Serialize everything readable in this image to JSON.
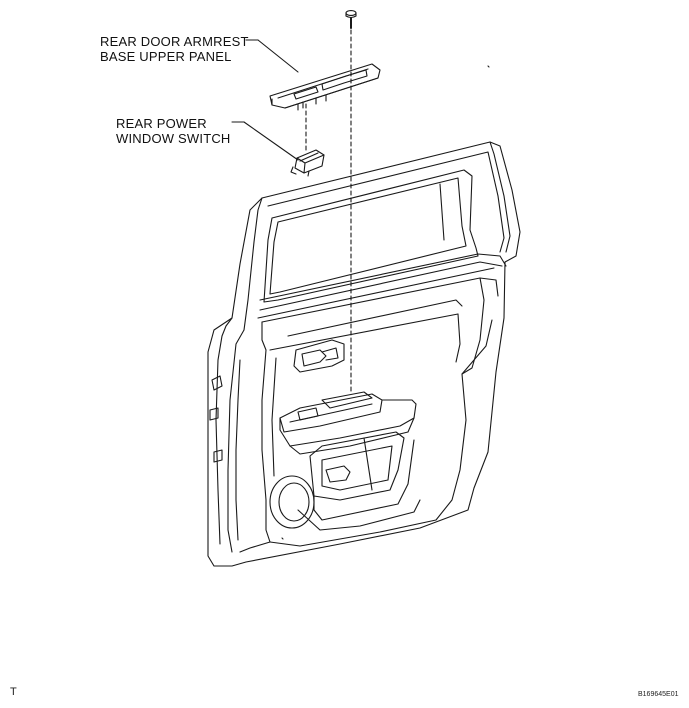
{
  "labels": {
    "armrest_panel_line1": "REAR DOOR ARMREST",
    "armrest_panel_line2": "BASE UPPER PANEL",
    "window_switch_line1": "REAR POWER",
    "window_switch_line2": "WINDOW SWITCH"
  },
  "footer": {
    "corner_mark": "T",
    "figure_code": "B169645E01"
  }
}
